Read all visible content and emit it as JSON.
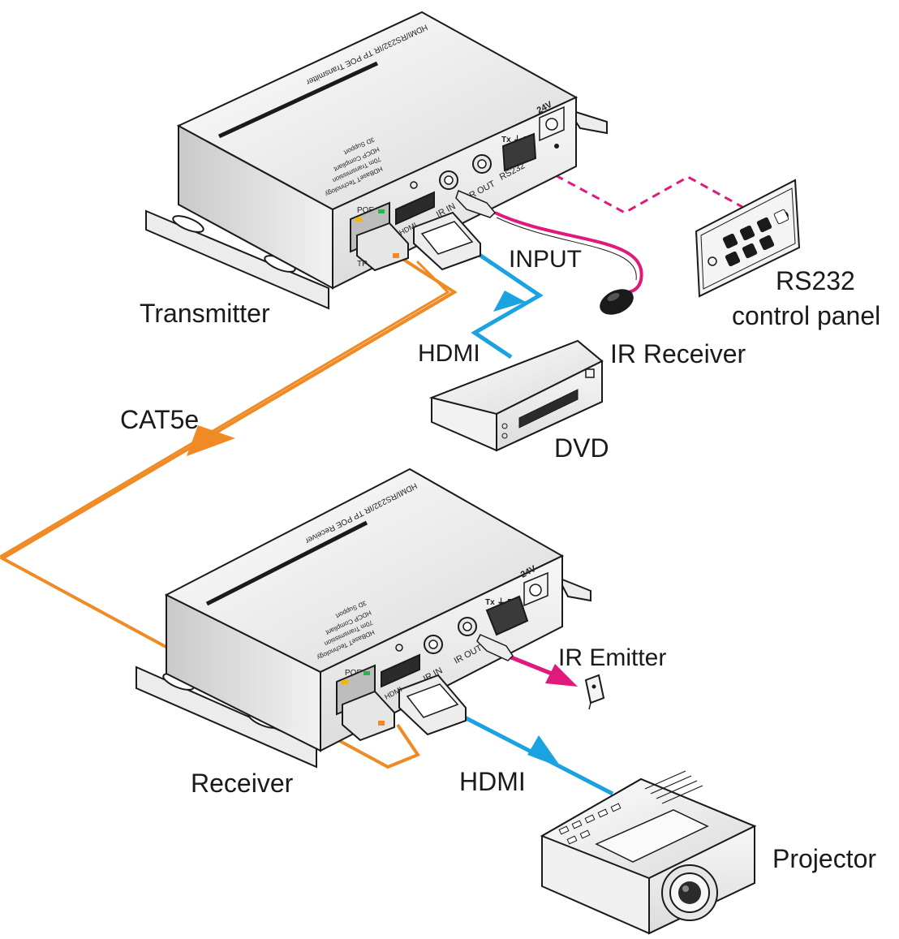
{
  "labels": {
    "transmitter": "Transmitter",
    "receiver": "Receiver",
    "input": "INPUT",
    "hdmi_source": "HDMI",
    "hdmi_output": "HDMI",
    "ir_receiver": "IR Receiver",
    "rs232_line1": "RS232",
    "rs232_line2": "control panel",
    "cat5e": "CAT5e",
    "dvd": "DVD",
    "ir_emitter": "IR Emitter",
    "projector": "Projector"
  },
  "transmitter_panel": {
    "top_label": "HDMI/RS232/IR TP POE Transmitter",
    "features": [
      "HDBaseT Technology",
      "70m Transmission",
      "HDCP Compliant",
      "3D Support"
    ],
    "poe": "POE",
    "tp": "TP",
    "hdmi": "HDMI",
    "ir_in": "IR IN",
    "ir_out": "IR OUT",
    "rs232": "RS232",
    "txrx": "Tx ⏚ Rx",
    "power": "24V"
  },
  "receiver_panel": {
    "top_label": "HDMI/RS232/IR TP POE Receiver",
    "features": [
      "HDBaseT Technology",
      "70m Transmission",
      "HDCP Compliant",
      "3D Support"
    ],
    "poe": "POE",
    "hdmi": "HDMI",
    "ir_in": "IR IN",
    "ir_out": "IR OUT",
    "txrx": "Tx ⏚ Rx",
    "power": "24V"
  },
  "colors": {
    "cat5e_cable": "#f08a24",
    "hdmi_cable": "#1aa3e0",
    "ir_cable": "#e0197d",
    "rs232_link": "#e0197d",
    "outline": "#1a1a1a"
  }
}
